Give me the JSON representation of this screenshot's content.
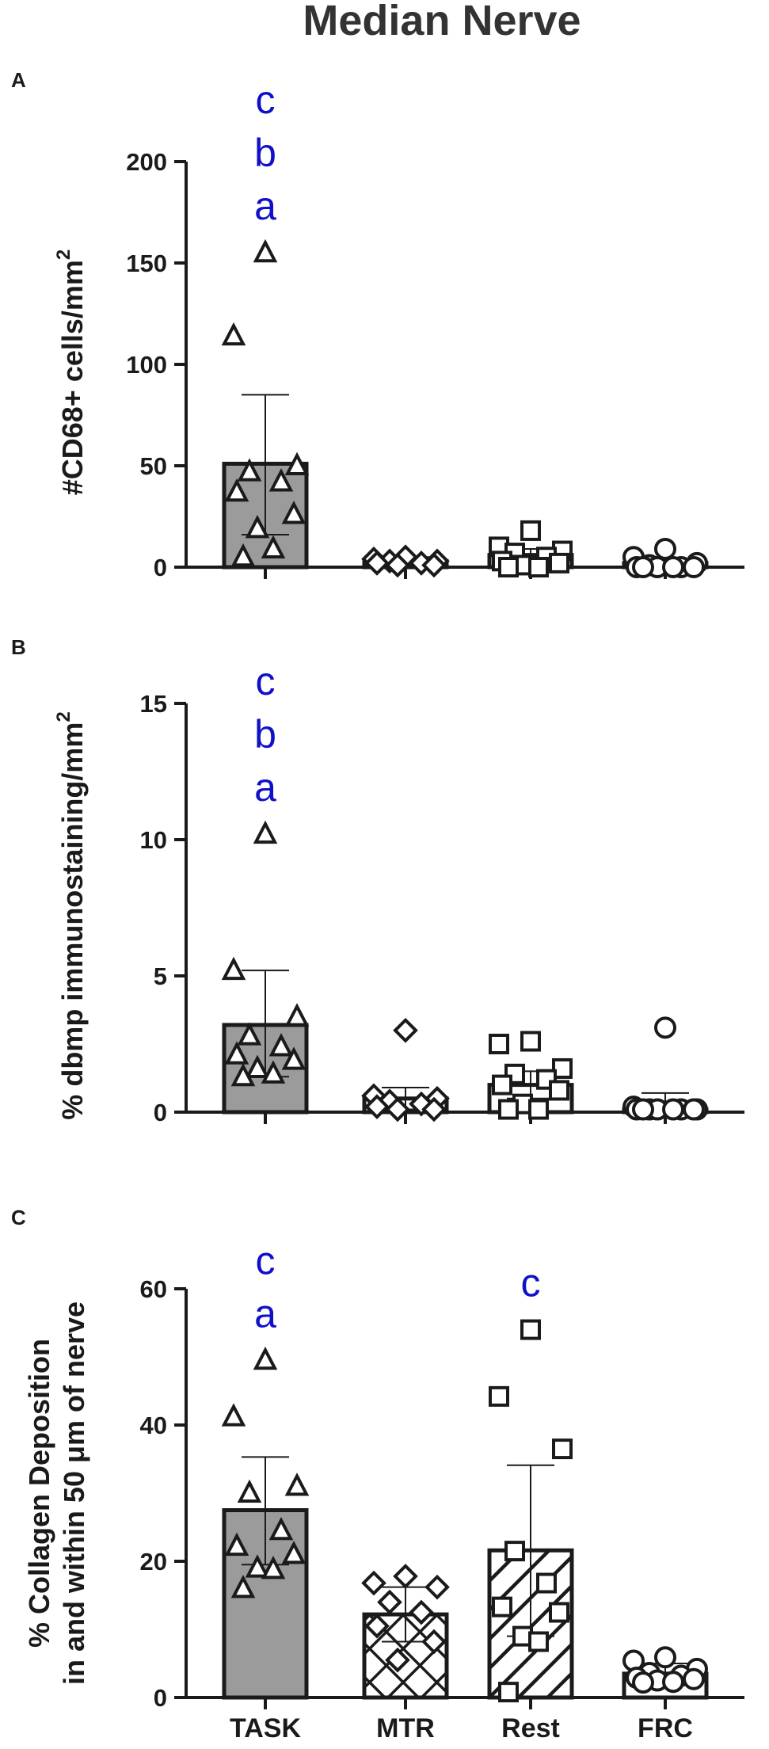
{
  "title": "Median Nerve",
  "colors": {
    "task_bar": "#9b9b9b",
    "letter": "#1010c8",
    "ink": "#1a1a1a"
  },
  "chart_data": [
    {
      "type": "bar",
      "panel": "A",
      "ylabel": "#CD68+ cells/mm",
      "ylabel_sup": "2",
      "categories": [
        "TASK",
        "MTR",
        "Rest",
        "FRC"
      ],
      "xtick_labels_shown": false,
      "ylim": [
        0,
        200
      ],
      "yticks": [
        0,
        50,
        100,
        150,
        200
      ],
      "values": [
        51,
        3,
        6,
        2
      ],
      "error_upper": [
        85,
        5,
        9,
        4
      ],
      "error_lower": [
        16,
        1,
        3,
        0
      ],
      "fills": [
        "solid-gray",
        "none",
        "none",
        "none"
      ],
      "markers": [
        "triangle",
        "diamond",
        "square",
        "circle"
      ],
      "points": [
        [
          155,
          114,
          50,
          47,
          42,
          37,
          26,
          19,
          9,
          5
        ],
        [
          5,
          4,
          3,
          3,
          2,
          2,
          1,
          1
        ],
        [
          18,
          10,
          8,
          7,
          5,
          3,
          2,
          1,
          0,
          0
        ],
        [
          9,
          5,
          2,
          1,
          0,
          0,
          0,
          0,
          0,
          0
        ]
      ],
      "significance": [
        [
          "a",
          "b",
          "c"
        ],
        [],
        [],
        []
      ]
    },
    {
      "type": "bar",
      "panel": "B",
      "ylabel": "% dbmp immunostaining/mm",
      "ylabel_sup": "2",
      "categories": [
        "TASK",
        "MTR",
        "Rest",
        "FRC"
      ],
      "xtick_labels_shown": false,
      "ylim": [
        0,
        15
      ],
      "yticks": [
        0,
        5,
        10,
        15
      ],
      "values": [
        3.2,
        0.5,
        1.0,
        0.1
      ],
      "error_upper": [
        5.2,
        0.9,
        1.5,
        0.7
      ],
      "error_lower": [
        1.3,
        0.1,
        0.5,
        0.0
      ],
      "fills": [
        "solid-gray",
        "none",
        "none",
        "none"
      ],
      "markers": [
        "triangle",
        "diamond",
        "square",
        "circle"
      ],
      "points": [
        [
          10.2,
          5.2,
          3.5,
          2.8,
          2.4,
          2.1,
          1.9,
          1.6,
          1.4,
          1.3
        ],
        [
          3.0,
          0.6,
          0.5,
          0.4,
          0.3,
          0.2,
          0.1,
          0.1
        ],
        [
          2.6,
          2.5,
          1.6,
          1.4,
          1.2,
          1.0,
          0.8,
          0.3,
          0.1,
          0.1
        ],
        [
          3.1,
          0.2,
          0.1,
          0.1,
          0.1,
          0.1,
          0.1,
          0.1,
          0.1,
          0.1
        ]
      ],
      "significance": [
        [
          "a",
          "b",
          "c"
        ],
        [],
        [],
        []
      ]
    },
    {
      "type": "bar",
      "panel": "C",
      "ylabel_lines": [
        "% Collagen Deposition",
        "in and within 50 μm of nerve"
      ],
      "categories": [
        "TASK",
        "MTR",
        "Rest",
        "FRC"
      ],
      "xtick_labels_shown": true,
      "ylim": [
        0,
        60
      ],
      "yticks": [
        0,
        20,
        40,
        60
      ],
      "values": [
        27.5,
        12.2,
        21.6,
        3.5
      ],
      "error_upper": [
        35.3,
        16.2,
        34.1,
        5.0
      ],
      "error_lower": [
        19.5,
        8.2,
        9.0,
        2.0
      ],
      "fills": [
        "solid-gray",
        "checker-hatch",
        "diagonal-hatch",
        "none"
      ],
      "markers": [
        "triangle",
        "diamond",
        "square",
        "circle"
      ],
      "points": [
        [
          49.5,
          41.2,
          31.0,
          30.0,
          24.5,
          22.2,
          21.0,
          19.0,
          18.8,
          16.0
        ],
        [
          17.8,
          16.8,
          16.2,
          14.0,
          12.5,
          10.5,
          8.2,
          5.5
        ],
        [
          54.0,
          44.2,
          36.5,
          21.5,
          16.8,
          13.3,
          12.5,
          9.0,
          8.2,
          0.8
        ],
        [
          5.9,
          5.4,
          4.2,
          3.6,
          3.2,
          2.9,
          2.7,
          2.5,
          2.3,
          2.2
        ]
      ],
      "significance": [
        [
          "a",
          "c"
        ],
        [],
        [
          "c"
        ],
        []
      ]
    }
  ]
}
